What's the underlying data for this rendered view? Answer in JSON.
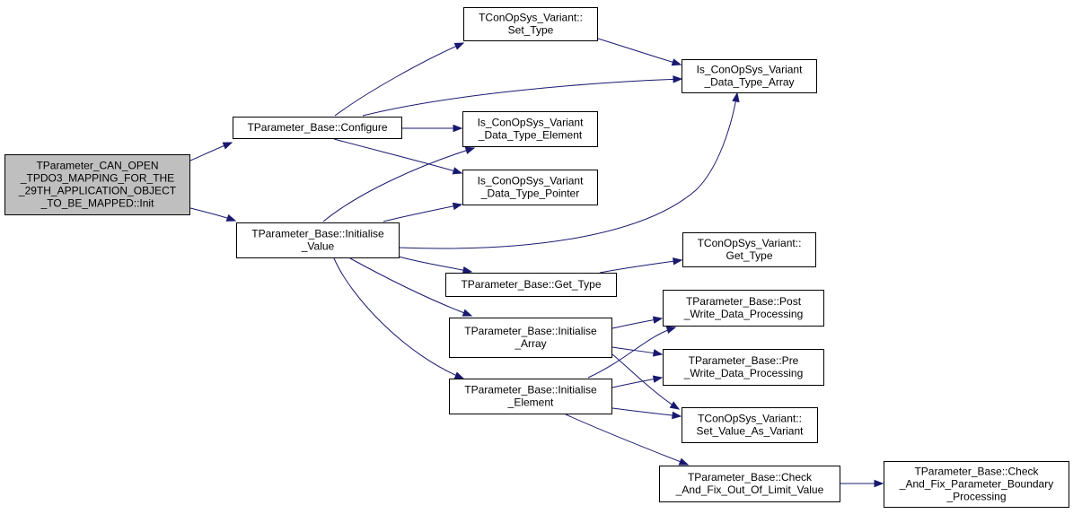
{
  "graph": {
    "edge_color": "#191970",
    "root_fill": "#bfbfbf",
    "node_fill": "#ffffff",
    "nodes": {
      "init": [
        "TParameter_CAN_OPEN",
        "_TPDO3_MAPPING_FOR_THE",
        "_29TH_APPLICATION_OBJECT",
        "_TO_BE_MAPPED::Init"
      ],
      "configure": [
        "TParameter_Base::Configure"
      ],
      "initialise_value": [
        "TParameter_Base::Initialise",
        "_Value"
      ],
      "set_type": [
        "TConOpSys_Variant::",
        "Set_Type"
      ],
      "is_array": [
        "Is_ConOpSys_Variant",
        "_Data_Type_Array"
      ],
      "is_element": [
        "Is_ConOpSys_Variant",
        "_Data_Type_Element"
      ],
      "is_pointer": [
        "Is_ConOpSys_Variant",
        "_Data_Type_Pointer"
      ],
      "get_type_variant": [
        "TConOpSys_Variant::",
        "Get_Type"
      ],
      "get_type_base": [
        "TParameter_Base::Get_Type"
      ],
      "initialise_array": [
        "TParameter_Base::Initialise",
        "_Array"
      ],
      "initialise_element": [
        "TParameter_Base::Initialise",
        "_Element"
      ],
      "post_write": [
        "TParameter_Base::Post",
        "_Write_Data_Processing"
      ],
      "pre_write": [
        "TParameter_Base::Pre",
        "_Write_Data_Processing"
      ],
      "set_value_variant": [
        "TConOpSys_Variant::",
        "Set_Value_As_Variant"
      ],
      "check_fix_limit": [
        "TParameter_Base::Check",
        "_And_Fix_Out_Of_Limit_Value"
      ],
      "check_fix_boundary": [
        "TParameter_Base::Check",
        "_And_Fix_Parameter_Boundary",
        "_Processing"
      ]
    }
  }
}
